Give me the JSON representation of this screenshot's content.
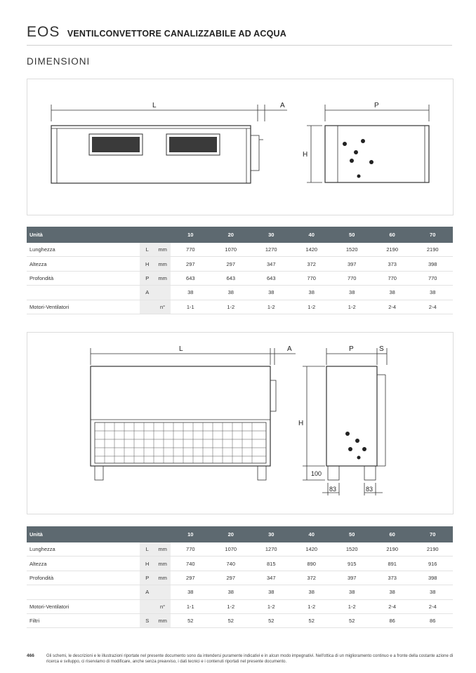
{
  "header": {
    "brand": "EOS",
    "subtitle": "VENTILCONVETTORE CANALIZZABILE AD ACQUA"
  },
  "section_title": "DIMENSIONI",
  "drawing1": {
    "labels": {
      "L": "L",
      "A": "A",
      "P": "P",
      "H": "H"
    }
  },
  "drawing2": {
    "labels": {
      "L": "L",
      "A": "A",
      "P": "P",
      "S": "S",
      "H": "H",
      "h100": "100",
      "w83a": "83",
      "w83b": "83"
    }
  },
  "table1": {
    "head_label": "Unità",
    "columns": [
      "10",
      "20",
      "30",
      "40",
      "50",
      "60",
      "70"
    ],
    "rows": [
      {
        "label": "Lunghezza",
        "sym": "L",
        "unit": "mm",
        "values": [
          "770",
          "1070",
          "1270",
          "1420",
          "1520",
          "2190",
          "2190"
        ]
      },
      {
        "label": "Altezza",
        "sym": "H",
        "unit": "mm",
        "values": [
          "297",
          "297",
          "347",
          "372",
          "397",
          "373",
          "398"
        ]
      },
      {
        "label": "Profondità",
        "sym": "P",
        "unit": "mm",
        "values": [
          "643",
          "643",
          "643",
          "770",
          "770",
          "770",
          "770"
        ]
      },
      {
        "label": "",
        "sym": "A",
        "unit": "",
        "values": [
          "38",
          "38",
          "38",
          "38",
          "38",
          "38",
          "38"
        ]
      },
      {
        "label": "Motori-Ventilatori",
        "sym": "",
        "unit": "n°",
        "values": [
          "1-1",
          "1-2",
          "1-2",
          "1-2",
          "1-2",
          "2-4",
          "2-4"
        ]
      }
    ]
  },
  "table2": {
    "head_label": "Unità",
    "columns": [
      "10",
      "20",
      "30",
      "40",
      "50",
      "60",
      "70"
    ],
    "rows": [
      {
        "label": "Lunghezza",
        "sym": "L",
        "unit": "mm",
        "values": [
          "770",
          "1070",
          "1270",
          "1420",
          "1520",
          "2190",
          "2190"
        ]
      },
      {
        "label": "Altezza",
        "sym": "H",
        "unit": "mm",
        "values": [
          "740",
          "740",
          "815",
          "890",
          "915",
          "891",
          "916"
        ]
      },
      {
        "label": "Profondità",
        "sym": "P",
        "unit": "mm",
        "values": [
          "297",
          "297",
          "347",
          "372",
          "397",
          "373",
          "398"
        ]
      },
      {
        "label": "",
        "sym": "A",
        "unit": "",
        "values": [
          "38",
          "38",
          "38",
          "38",
          "38",
          "38",
          "38"
        ]
      },
      {
        "label": "Motori-Ventilatori",
        "sym": "",
        "unit": "n°",
        "values": [
          "1-1",
          "1-2",
          "1-2",
          "1-2",
          "1-2",
          "2-4",
          "2-4"
        ]
      },
      {
        "label": "Filtri",
        "sym": "S",
        "unit": "mm",
        "values": [
          "52",
          "52",
          "52",
          "52",
          "52",
          "86",
          "86"
        ]
      }
    ]
  },
  "footer": {
    "page_number": "466",
    "note": "Gli schemi, le descrizioni e le illustrazioni riportate nel presente documento sono da intendersi puramente indicativi e in alcun modo impegnativi. Nell'ottica di un miglioramento continuo e a fronte della costante azione di ricerca e sviluppo, ci riserviamo di modificare, anche senza preavviso, i dati tecnici e i contenuti riportati nel presente documento."
  }
}
